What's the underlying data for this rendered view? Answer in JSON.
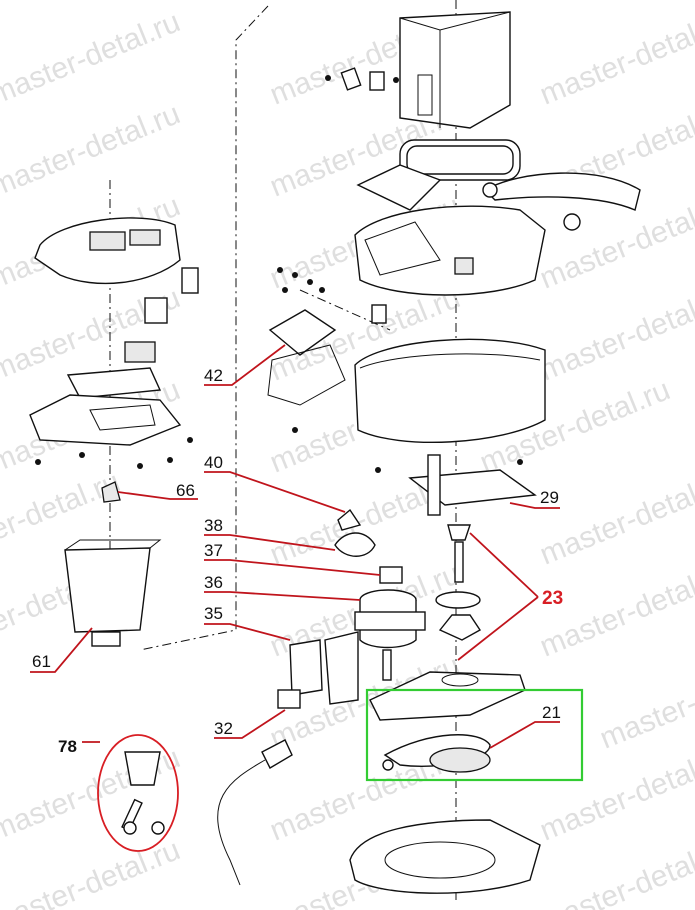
{
  "watermark": "master-detal.ru",
  "labels": {
    "p42": "42",
    "p40": "40",
    "p38": "38",
    "p37": "37",
    "p36": "36",
    "p35": "35",
    "p32": "32",
    "p66": "66",
    "p61": "61",
    "p78": "78",
    "p29": "29",
    "p23": "23",
    "p21": "21"
  },
  "colors": {
    "leader": "#c0141c",
    "highlight_label": "#d81e24",
    "highlight_box": "#33cc33",
    "circle": "#d81e24"
  }
}
